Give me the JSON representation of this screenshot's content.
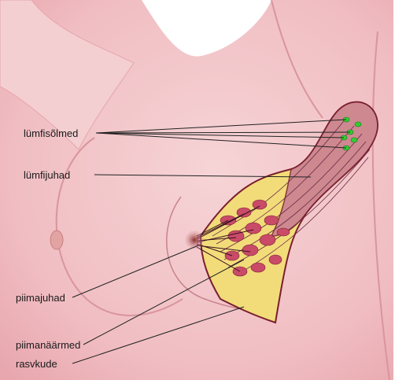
{
  "labels": {
    "lymph_nodes": "lümfisõlmed",
    "lymph_vessels": "lümfijuhad",
    "milk_ducts": "piimajuhad",
    "milk_glands": "piimanäärmed",
    "fat_tissue": "rasvkude"
  },
  "colors": {
    "skin": "#f3c9cc",
    "skin_dark": "#e9a8ae",
    "fat": "#f2dc7a",
    "gland": "#c94b68",
    "node": "#33cc33",
    "outline": "#7a1f2e",
    "leader": "#222222"
  }
}
